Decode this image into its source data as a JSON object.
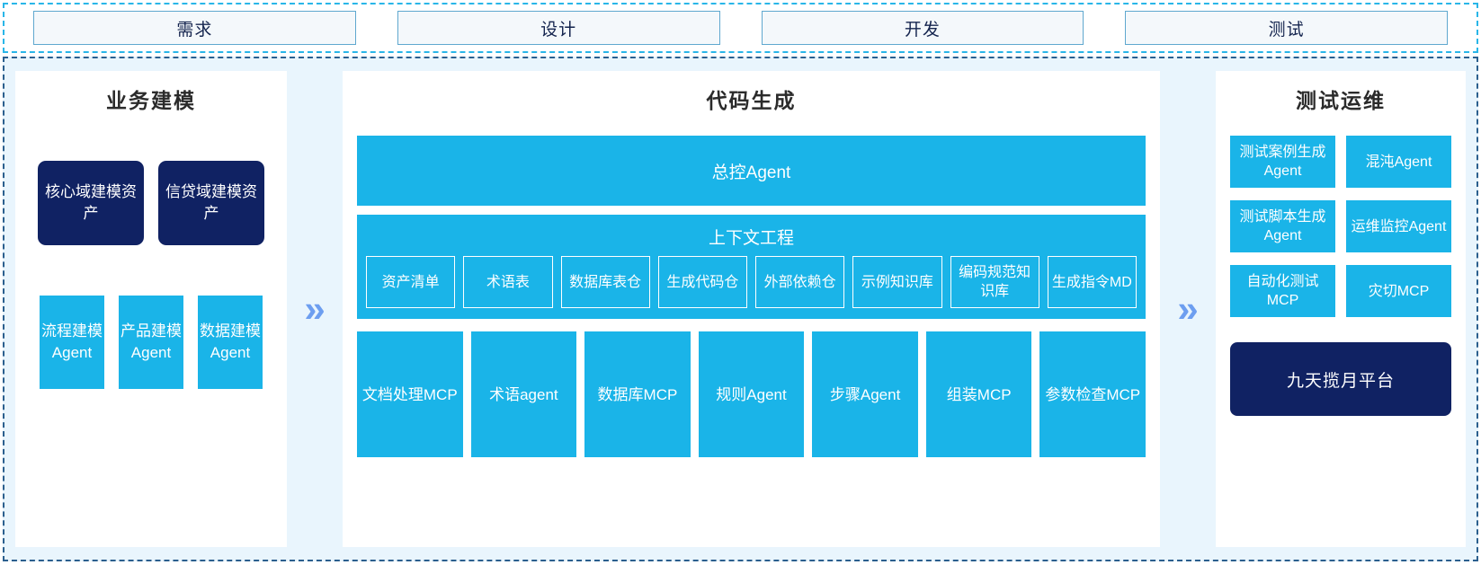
{
  "phases": {
    "items": [
      {
        "label": "需求"
      },
      {
        "label": "设计"
      },
      {
        "label": "开发"
      },
      {
        "label": "测试"
      }
    ]
  },
  "separators": {
    "chevron_glyph": "»"
  },
  "colors": {
    "cyan": "#1AB4E8",
    "navy": "#102263",
    "chevron_blue": "#6D9EF0",
    "panel_bg": "#E9F5FD",
    "phase_border": "#29B6E8",
    "frame_border": "#2B5F8E"
  },
  "left_panel": {
    "title": "业务建模",
    "assets": [
      {
        "label": "核心域建模资产"
      },
      {
        "label": "信贷域建模资产"
      }
    ],
    "agents": [
      {
        "label": "流程建模Agent"
      },
      {
        "label": "产品建模Agent"
      },
      {
        "label": "数据建模Agent"
      }
    ]
  },
  "middle_panel": {
    "title": "代码生成",
    "master_agent": "总控Agent",
    "context_title": "上下文工程",
    "context_items": [
      {
        "label": "资产清单"
      },
      {
        "label": "术语表"
      },
      {
        "label": "数据库表仓"
      },
      {
        "label": "生成代码仓"
      },
      {
        "label": "外部依赖仓"
      },
      {
        "label": "示例知识库"
      },
      {
        "label": "编码规范知识库"
      },
      {
        "label": "生成指令MD"
      }
    ],
    "tools": [
      {
        "label": "文档处理MCP"
      },
      {
        "label": "术语agent"
      },
      {
        "label": "数据库MCP"
      },
      {
        "label": "规则Agent"
      },
      {
        "label": "步骤Agent"
      },
      {
        "label": "组装MCP"
      },
      {
        "label": "参数检查MCP"
      }
    ]
  },
  "right_panel": {
    "title": "测试运维",
    "items": [
      {
        "label": "测试案例生成Agent"
      },
      {
        "label": "混沌Agent"
      },
      {
        "label": "测试脚本生成Agent"
      },
      {
        "label": "运维监控Agent"
      },
      {
        "label": "自动化测试MCP"
      },
      {
        "label": "灾切MCP"
      }
    ],
    "platform": "九天揽月平台"
  }
}
